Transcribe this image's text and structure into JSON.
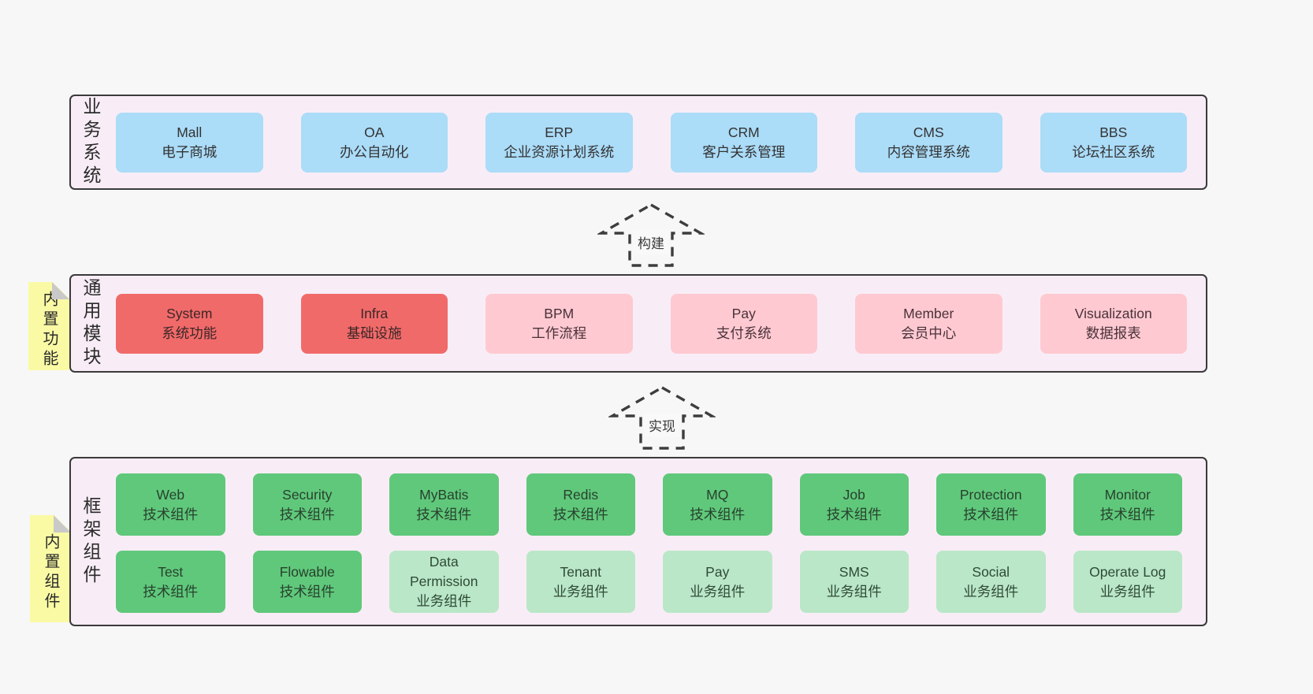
{
  "colors": {
    "page_background": "#f7f7f7",
    "layer_background": "#f8edf6",
    "layer_border": "#3a3a3a",
    "business_box": "#abdcf8",
    "core_module_box": "#f16a6a",
    "optional_module_box": "#ffc9d2",
    "tech_component_box": "#60c87b",
    "biz_component_box": "#bae7c7",
    "sticky_note": "#fafaa5",
    "sticky_fold": "#c9c9c9",
    "arrow_dash": "#3d3d3d"
  },
  "arrows": [
    {
      "label": "构建"
    },
    {
      "label": "实现"
    }
  ],
  "layers": {
    "business": {
      "label": "业务系统",
      "items": [
        {
          "name": "Mall",
          "desc": "电子商城"
        },
        {
          "name": "OA",
          "desc": "办公自动化"
        },
        {
          "name": "ERP",
          "desc": "企业资源计划系统"
        },
        {
          "name": "CRM",
          "desc": "客户关系管理"
        },
        {
          "name": "CMS",
          "desc": "内容管理系统"
        },
        {
          "name": "BBS",
          "desc": "论坛社区系统"
        }
      ]
    },
    "modules": {
      "label": "通用模块",
      "sticky_note": "内置功能",
      "items": [
        {
          "name": "System",
          "desc": "系统功能"
        },
        {
          "name": "Infra",
          "desc": "基础设施"
        },
        {
          "name": "BPM",
          "desc": "工作流程"
        },
        {
          "name": "Pay",
          "desc": "支付系统"
        },
        {
          "name": "Member",
          "desc": "会员中心"
        },
        {
          "name": "Visualization",
          "desc": "数据报表"
        }
      ]
    },
    "components": {
      "label": "框架组件",
      "sticky_note": "内置组件",
      "rows": [
        [
          {
            "name": "Web",
            "desc": "技术组件"
          },
          {
            "name": "Security",
            "desc": "技术组件"
          },
          {
            "name": "MyBatis",
            "desc": "技术组件"
          },
          {
            "name": "Redis",
            "desc": "技术组件"
          },
          {
            "name": "MQ",
            "desc": "技术组件"
          },
          {
            "name": "Job",
            "desc": "技术组件"
          },
          {
            "name": "Protection",
            "desc": "技术组件"
          },
          {
            "name": "Monitor",
            "desc": "技术组件"
          }
        ],
        [
          {
            "name": "Test",
            "desc": "技术组件"
          },
          {
            "name": "Flowable",
            "desc": "技术组件"
          },
          {
            "name": "Data Permission",
            "desc": "业务组件"
          },
          {
            "name": "Tenant",
            "desc": "业务组件"
          },
          {
            "name": "Pay",
            "desc": "业务组件"
          },
          {
            "name": "SMS",
            "desc": "业务组件"
          },
          {
            "name": "Social",
            "desc": "业务组件"
          },
          {
            "name": "Operate Log",
            "desc": "业务组件"
          }
        ]
      ]
    }
  }
}
